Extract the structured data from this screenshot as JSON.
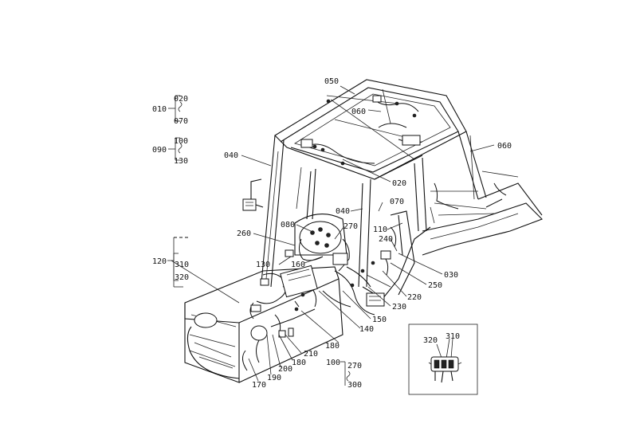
{
  "callouts": {
    "c010": "010",
    "c020a": "020",
    "c070a": "070",
    "c090": "090",
    "c100a": "100",
    "c130a": "130",
    "c040a": "040",
    "c050": "050",
    "c060a": "060",
    "c060b": "060",
    "c020b": "020",
    "c070b": "070",
    "c040b": "040",
    "c110": "110",
    "c080": "080",
    "c270a": "270",
    "c260": "260",
    "c240": "240",
    "c120": "120",
    "c310a": "310",
    "c320a": "320",
    "c130b": "130",
    "c160": "160",
    "c030": "030",
    "c250": "250",
    "c220": "220",
    "c230": "230",
    "c150": "150",
    "c140": "140",
    "c180a": "180",
    "c210": "210",
    "c180b": "180",
    "c200": "200",
    "c190": "190",
    "c170": "170",
    "c100b": "100",
    "c270b": "270",
    "c300": "300",
    "c320b": "320",
    "c310b": "310"
  }
}
